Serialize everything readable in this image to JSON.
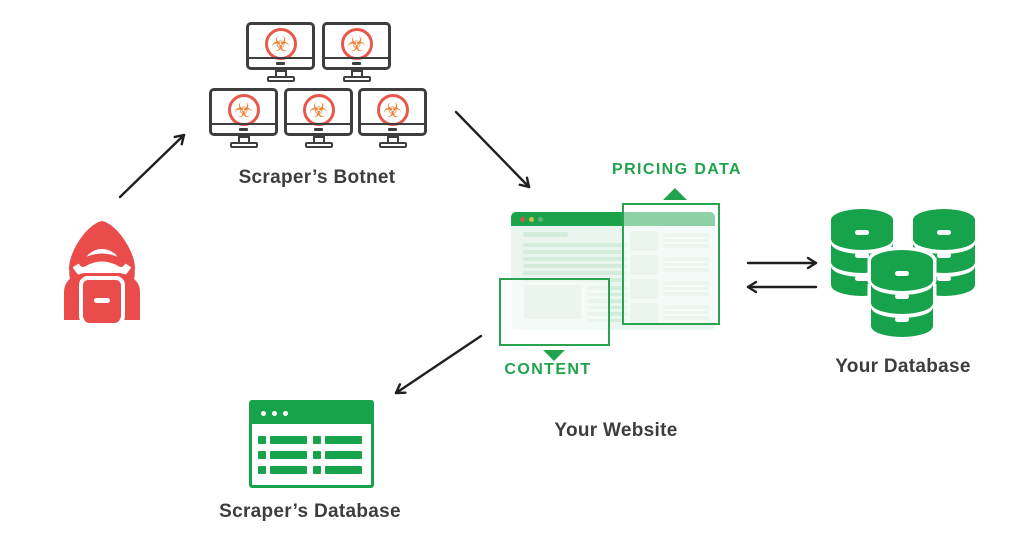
{
  "diagram": {
    "attacker": {
      "icon": "hacker-icon"
    },
    "botnet": {
      "label": "Scraper’s Botnet",
      "monitor_count": 5,
      "screen_icon": "biohazard-icon"
    },
    "website": {
      "label": "Your Website",
      "callouts": {
        "pricing": "PRICING DATA",
        "content": "CONTENT"
      }
    },
    "your_database": {
      "label": "Your Database",
      "icon": "database-stack-icon"
    },
    "scraper_database": {
      "label": "Scraper’s Database",
      "icon": "table-window-icon",
      "rows": 3,
      "columns": 2
    },
    "colors": {
      "green": "#17a34b",
      "label_green": "#21a24d",
      "browser_bg_green": "#e9f5ee",
      "skeleton_green": "#d4ecdb",
      "red": "#e94c4b",
      "biohazard_orange": "#ef7e2e",
      "biohazard_ring_red": "#e8584a",
      "monitor_gray": "#3e3e3e",
      "text_dark": "#3d3d3d",
      "arrow_black": "#1f1f1f"
    }
  }
}
